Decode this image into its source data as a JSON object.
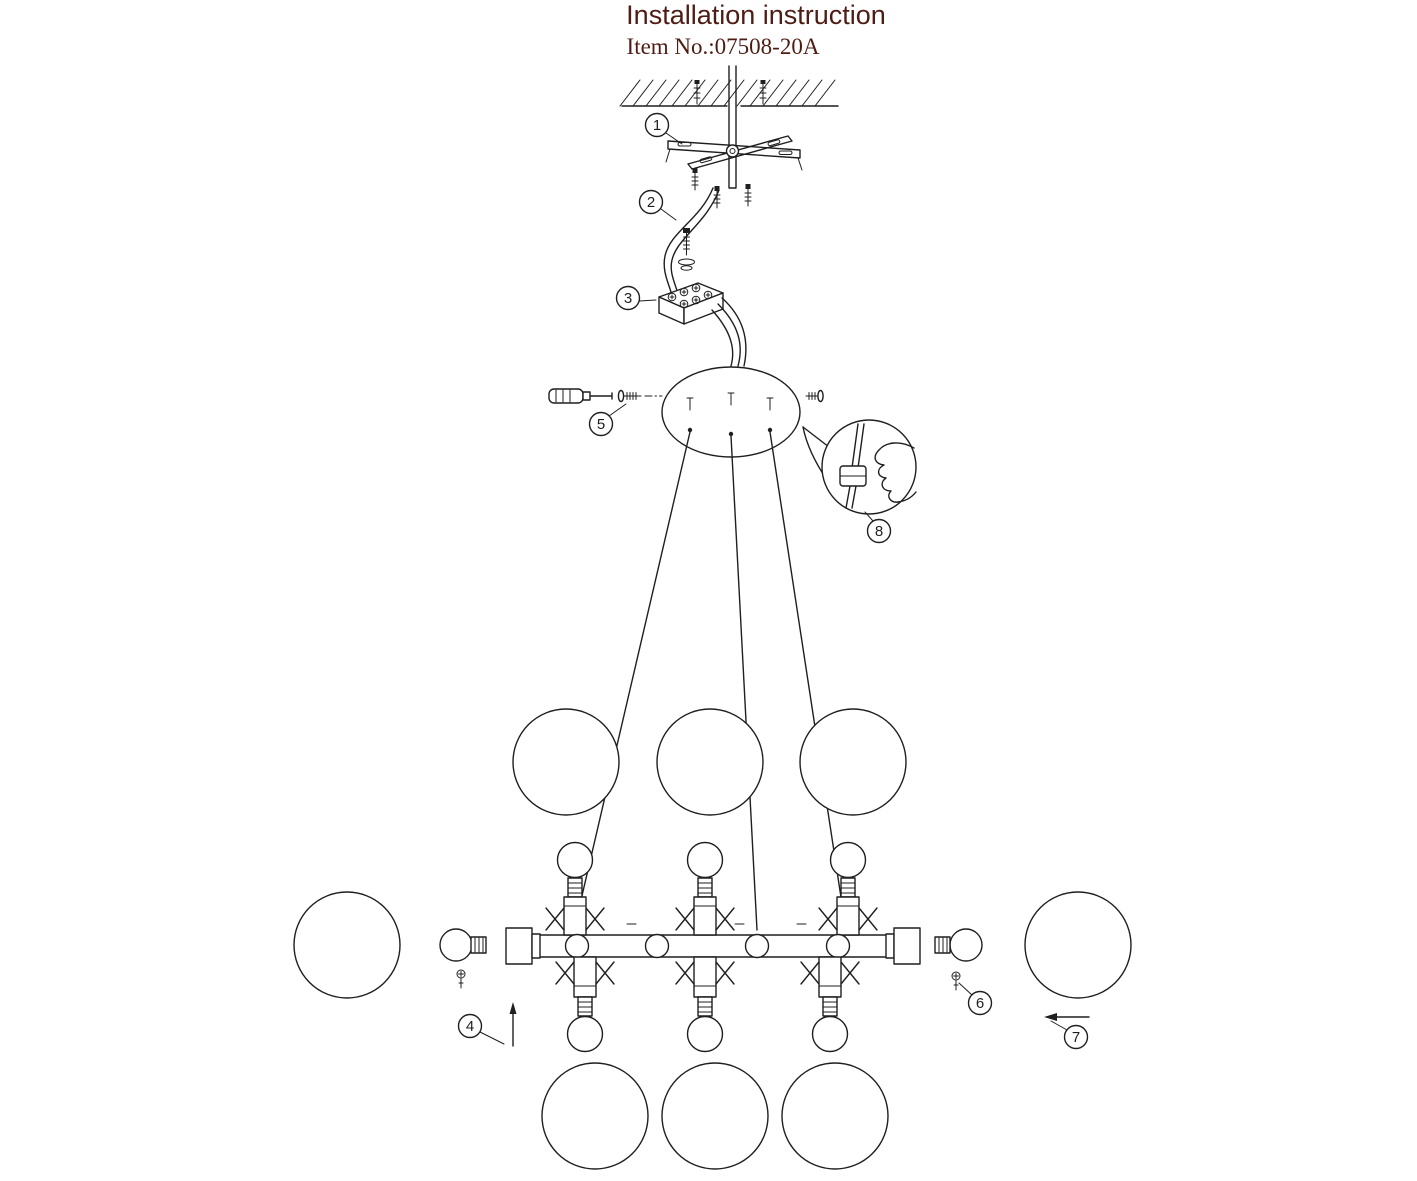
{
  "header": {
    "title": "Installation instruction",
    "item_no": "Item No.:07508-20A"
  },
  "steps": [
    "1",
    "2",
    "3",
    "4",
    "5",
    "6",
    "7",
    "8"
  ],
  "colors": {
    "ink": "#1f1f1f",
    "text": "#4e1c15",
    "paper": "#ffffff"
  }
}
